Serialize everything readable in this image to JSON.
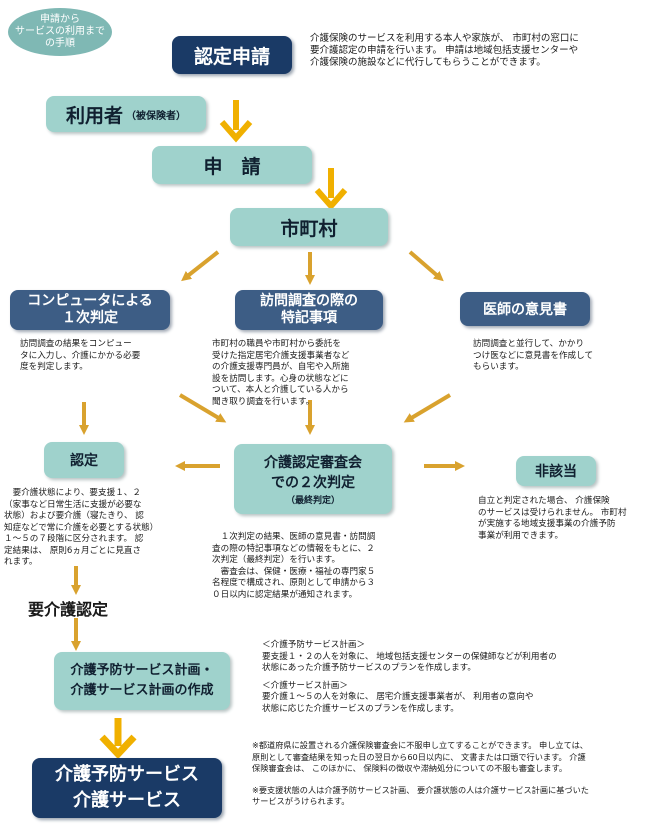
{
  "badge": {
    "text": "申請から\nサービスの利用まで\nの手順"
  },
  "header": {
    "title": "認定申請",
    "description": "介護保険のサービスを利用する本人や家族が、 市町村の窓口に\n要介護認定の申請を行います。 申請は地域包括支援センターや\n介護保険の施設などに代行してもらうことができます。"
  },
  "steps": {
    "user_main": "利用者",
    "user_sub": "（被保険者）",
    "application": "申　請",
    "municipality": "市町村"
  },
  "branches": {
    "computer": {
      "title": "コンピュータによる\n１次判定",
      "text": "訪問調査の結果をコンピュー\nタに入力し、介護にかかる必要\n度を判定します。"
    },
    "visit": {
      "title": "訪問調査の際の\n特記事項",
      "text": "市町村の職員や市町村から委託を\n受けた指定居宅介護支援事業者など\nの介護支援専門員が、自宅や入所施\n設を訪問します。心身の状態などに\nついて、本人と介護している人から\n聞き取り調査を行います。"
    },
    "doctor": {
      "title": "医師の意見書",
      "text": "訪問調査と並行して、かかり\nつけ医などに意見書を作成して\nもらいます。"
    }
  },
  "review": {
    "title": "介護認定審査会\nでの２次判定",
    "sub": "（最終判定）",
    "text": "　１次判定の結果、医師の意見書・訪問調\n査の際の特記事項などの情報をもとに、２\n次判定（最終判定）を行います。\n　審査会は、保健・医療・福祉の専門家５\n名程度で構成され、原則として申請から３\n０日以内に認定結果が通知されます。"
  },
  "certified": {
    "title": "認定",
    "text": "　要介護状態により、要支援１、２\n（家事など日常生活に支援が必要な\n状態）および要介護（寝たきり、 認\n知症などで常に介護を必要とする状態）\n１～５の７段階に区分されます。 認\n定結果は、 原則6ヵ月ごとに見直さ\nれます。"
  },
  "not_applicable": {
    "title": "非該当",
    "text": "自立と判定された場合、 介護保険\nのサービスは受けられません。 市町村\nが実施する地域支援事業の介護予防\n事業が利用できます。"
  },
  "care_cert": {
    "label": "要介護認定"
  },
  "plan": {
    "title": "介護予防サービス計画・\n介護サービス計画の作成",
    "prevention_heading": "＜介護予防サービス計画＞",
    "prevention_text": "要支援１・２の人を対象に、 地域包括支援センターの保健師などが利用者の\n状態にあった介護予防サービスのプランを作成します。",
    "care_heading": "＜介護サービス計画＞",
    "care_text": "要介護１～５の人を対象に、 居宅介護支援事業者が、 利用者の意向や\n状態に応じた介護サービスのプランを作成します。"
  },
  "final": {
    "title": "介護予防サービス\n介護サービス"
  },
  "notes": {
    "note1": "※都道府県に設置される介護保険審査会に不服申し立てすることができます。 申し立ては、\n原則として審査結果を知った日の翌日から60日以内に、 文書または口頭で行います。 介護\n保険審査会は、 このほかに、 保険料の徴収や滞納処分についての不服も審査します。",
    "note2": "※要支援状態の人は介護予防サービス計画、 要介護状態の人は介護サービス計画に基づいた\nサービスがうけられます。"
  },
  "colors": {
    "navy": "#1a3a66",
    "teal": "#9fd2cc",
    "slate": "#3d5d85",
    "arrow": "#d9a22e",
    "badge": "#7fb8b4"
  }
}
